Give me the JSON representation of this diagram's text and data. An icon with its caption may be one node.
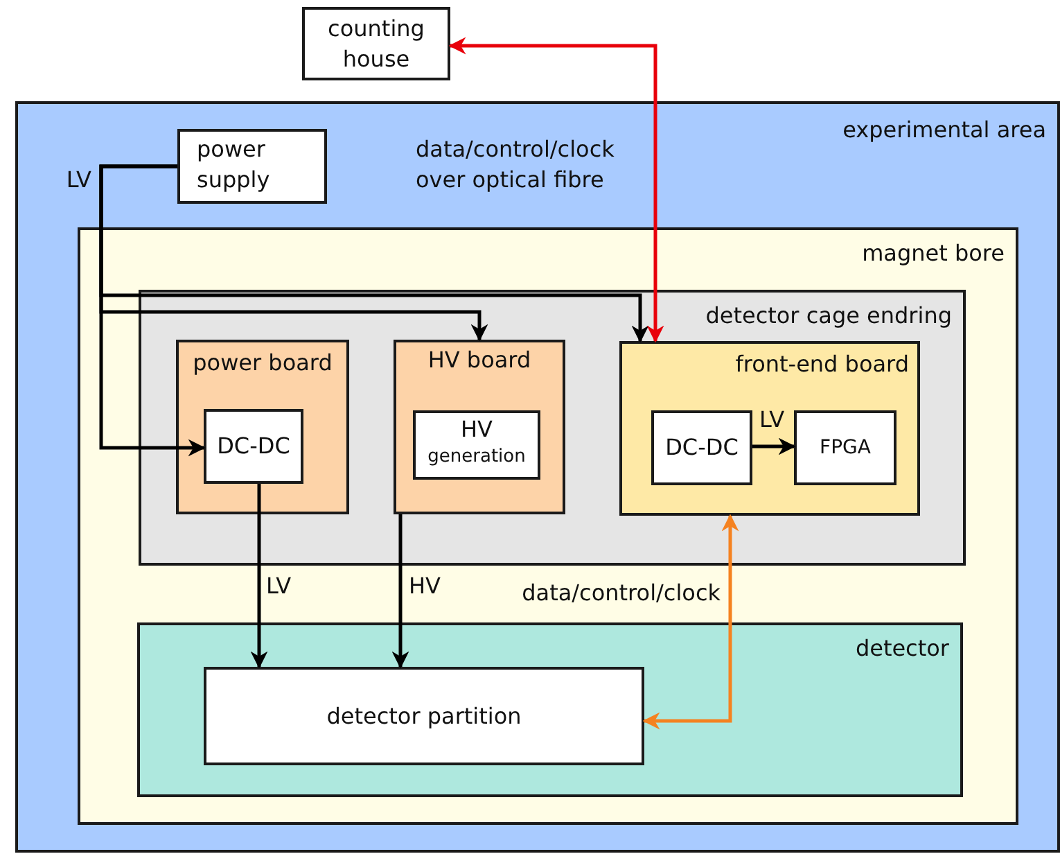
{
  "diagram": {
    "nodes": [
      {
        "text": [
          "counting house"
        ]
      },
      {
        "text": [
          "experimental area"
        ]
      },
      {
        "text": [
          "power supply"
        ],
        "in": 1
      },
      {
        "text": [
          "magnet bore"
        ],
        "in": 1
      },
      {
        "text": [
          "detector cage endring"
        ],
        "in": 3
      },
      {
        "text": [
          "power board"
        ],
        "in": 4
      },
      {
        "text": [
          "DC-DC"
        ],
        "in": 5
      },
      {
        "text": [
          "HV board"
        ],
        "in": 4
      },
      {
        "text": [
          "HV",
          "generation"
        ],
        "in": 7
      },
      {
        "text": [
          "front-end board"
        ],
        "in": 4
      },
      {
        "text": [
          "DC-DC"
        ],
        "in": 9
      },
      {
        "text": [
          "FPGA"
        ],
        "in": 9
      },
      {
        "text": [
          "detector"
        ],
        "in": 3
      },
      {
        "text": [
          "detector partition"
        ],
        "in": 12
      }
    ],
    "edges": [
      {
        "from": 2,
        "to": 6,
        "arrow": "to",
        "label": "LV"
      },
      {
        "from": 2,
        "to": 7,
        "arrow": "to"
      },
      {
        "from": 2,
        "to": 9,
        "arrow": "to"
      },
      {
        "from": 0,
        "to": 9,
        "arrow": "both",
        "label": "data/control/clock over optical fibre",
        "color": "#e8000b"
      },
      {
        "from": 10,
        "to": 11,
        "arrow": "to",
        "label": "LV"
      },
      {
        "from": 6,
        "to": 13,
        "arrow": "to",
        "label": "LV"
      },
      {
        "from": 7,
        "to": 13,
        "arrow": "to",
        "label": "HV"
      },
      {
        "from": 9,
        "to": 13,
        "arrow": "both",
        "label": "data/control/clock",
        "color": "#f58220"
      }
    ]
  }
}
